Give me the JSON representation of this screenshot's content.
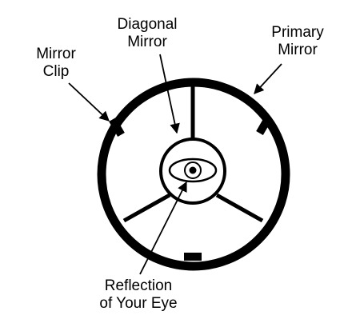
{
  "labels": {
    "diagonal_mirror": {
      "line1": "Diagonal",
      "line2": "Mirror"
    },
    "primary_mirror": {
      "line1": "Primary",
      "line2": "Mirror"
    },
    "mirror_clip": {
      "line1": "Mirror",
      "line2": "Clip"
    },
    "reflection": {
      "line1": "Reflection",
      "line2": "of Your Eye"
    }
  },
  "colors": {
    "ink": "#000000",
    "background": "#ffffff"
  }
}
